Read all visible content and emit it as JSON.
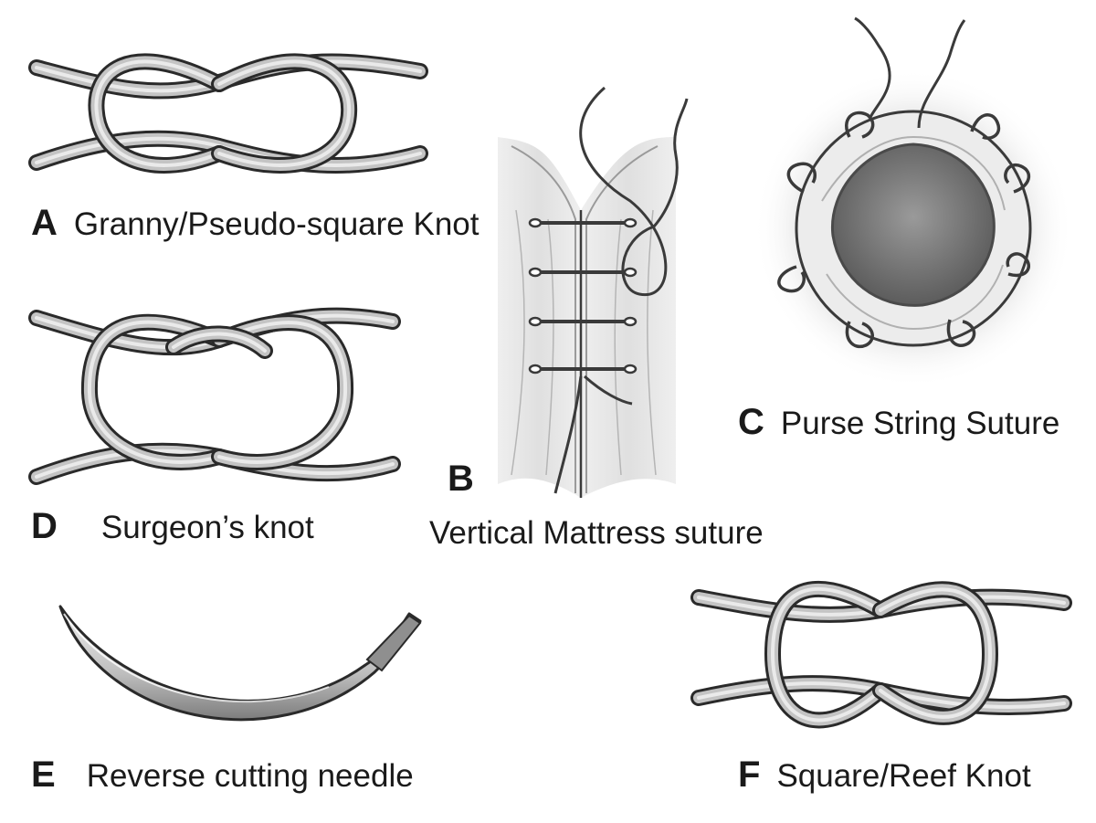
{
  "panels": {
    "a": {
      "letter": "A",
      "caption": "Granny/Pseudo-square Knot"
    },
    "b": {
      "letter": "B",
      "caption": "Vertical Mattress suture"
    },
    "c": {
      "letter": "C",
      "caption": "Purse String Suture"
    },
    "d": {
      "letter": "D",
      "caption": "Surgeon’s knot"
    },
    "e": {
      "letter": "E",
      "caption": "Reverse cutting needle"
    },
    "f": {
      "letter": "F",
      "caption": "Square/Reef Knot"
    }
  },
  "colors": {
    "strand_outline": "#2a2a2a",
    "strand_fill": "#c4c4c4",
    "strand_highlight": "#eaeaea",
    "tissue": "#e6e6e6",
    "tissue_dark": "#8a8a8a",
    "lumen": "#7a7a7a"
  }
}
